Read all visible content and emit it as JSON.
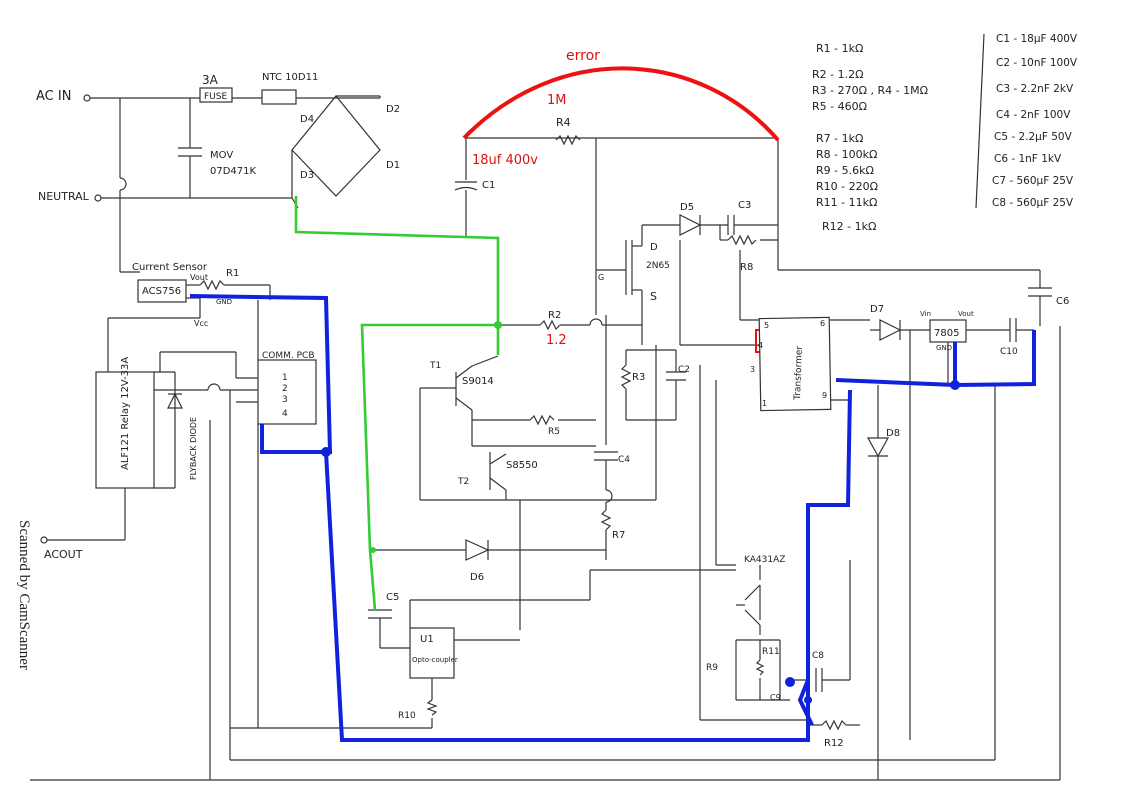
{
  "annotations": {
    "error": "error",
    "one_meg": "1M",
    "c1_value": "18uf 400v",
    "r2_value": "1.2"
  },
  "labels": {
    "ac_in": "AC IN",
    "neutral": "NEUTRAL",
    "ac_out": "ACOUT",
    "fuse_rating": "3A",
    "fuse": "FUSE",
    "ntc": "NTC 10D11",
    "mov": "MOV",
    "mov_part": "07D471K",
    "d1": "D1",
    "d2": "D2",
    "d3": "D3",
    "d4": "D4",
    "c1": "C1",
    "r4": "R4",
    "current_sensor": "Current Sensor",
    "acs": "ACS756",
    "vout": "Vout",
    "gnd": "GND",
    "vcc": "Vcc",
    "r1": "R1",
    "relay": "ALF121 Relay 12V-33A",
    "flyback": "FLYBACK DIODE",
    "comm_pcb": "COMM. PCB",
    "pin1": "1",
    "pin2": "2",
    "pin3": "3",
    "pin4": "4",
    "t1": "T1",
    "t1_part": "S9014",
    "t2": "T2",
    "t2_part": "S8550",
    "r2": "R2",
    "r5": "R5",
    "r3": "R3",
    "mosfet_d": "D",
    "mosfet_s": "S",
    "mosfet_g": "G",
    "mosfet": "2N65",
    "d5": "D5",
    "c3": "C3",
    "r8": "R8",
    "c2": "C2",
    "c4": "C4",
    "r7": "R7",
    "d6": "D6",
    "c5": "C5",
    "u1": "U1",
    "opto": "Opto-coupler",
    "r10": "R10",
    "transformer": "Transformer",
    "t_pin5": "5",
    "t_pin4": "4",
    "t_pin3": "3",
    "t_pin1": "1",
    "t_pin6": "6",
    "t_pin9": "9",
    "d7": "D7",
    "reg": "7805",
    "vin": "Vin",
    "reg_vout": "Vout",
    "reg_gnd": "GND",
    "c6": "C6",
    "c10": "C10",
    "d8": "D8",
    "ka": "KA431AZ",
    "r9": "R9",
    "r11": "R11",
    "c8": "C8",
    "c9": "C9",
    "r12": "R12"
  },
  "bom_resistors": [
    "R1 - 1kΩ",
    "R2 - 1.2Ω",
    "R3 - 270Ω , R4 - 1MΩ",
    "R5 - 460Ω",
    "R7 - 1kΩ",
    "R8 - 100kΩ",
    "R9 - 5.6kΩ",
    "R10 - 220Ω",
    "R11 - 11kΩ",
    "R12 - 1kΩ"
  ],
  "bom_capacitors": [
    "C1 - 18µF 400V",
    "C2 - 10nF 100V",
    "C3 - 2.2nF 2kV",
    "C4 - 2nF 100V",
    "C5 - 2.2µF 50V",
    "C6 - 1nF 1kV",
    "C7 - 560µF 25V",
    "C8 - 560µF 25V"
  ],
  "watermark": "Scanned by CamScanner",
  "colors": {
    "error_mark": "#ee1111",
    "green_net": "#33cc33",
    "blue_net": "#1122dd",
    "ink": "#333333"
  }
}
